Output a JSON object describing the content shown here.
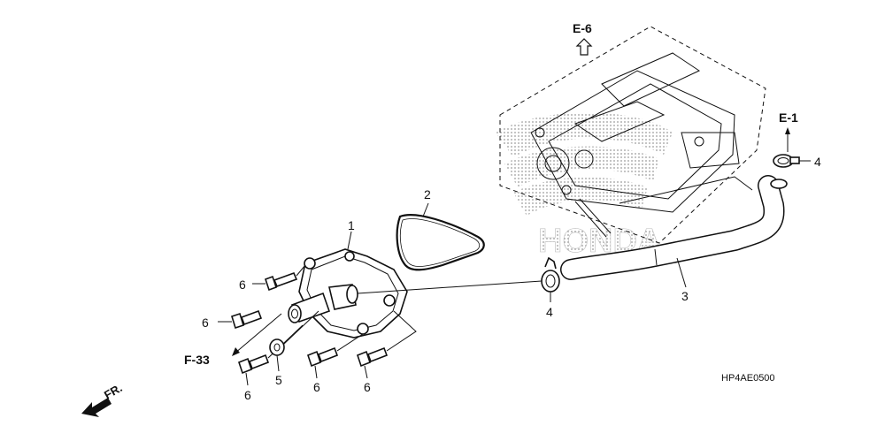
{
  "diagram": {
    "code": "HP4AE0500",
    "watermark": "HONDA",
    "direction_label": "FR.",
    "refs": {
      "e6": "E-6",
      "e1": "E-1",
      "f33": "F-33"
    },
    "callouts": {
      "c1": "1",
      "c2": "2",
      "c3": "3",
      "c4a": "4",
      "c4b": "4",
      "c5": "5",
      "c6a": "6",
      "c6b": "6",
      "c6c": "6",
      "c6d": "6",
      "c6e": "6"
    }
  }
}
